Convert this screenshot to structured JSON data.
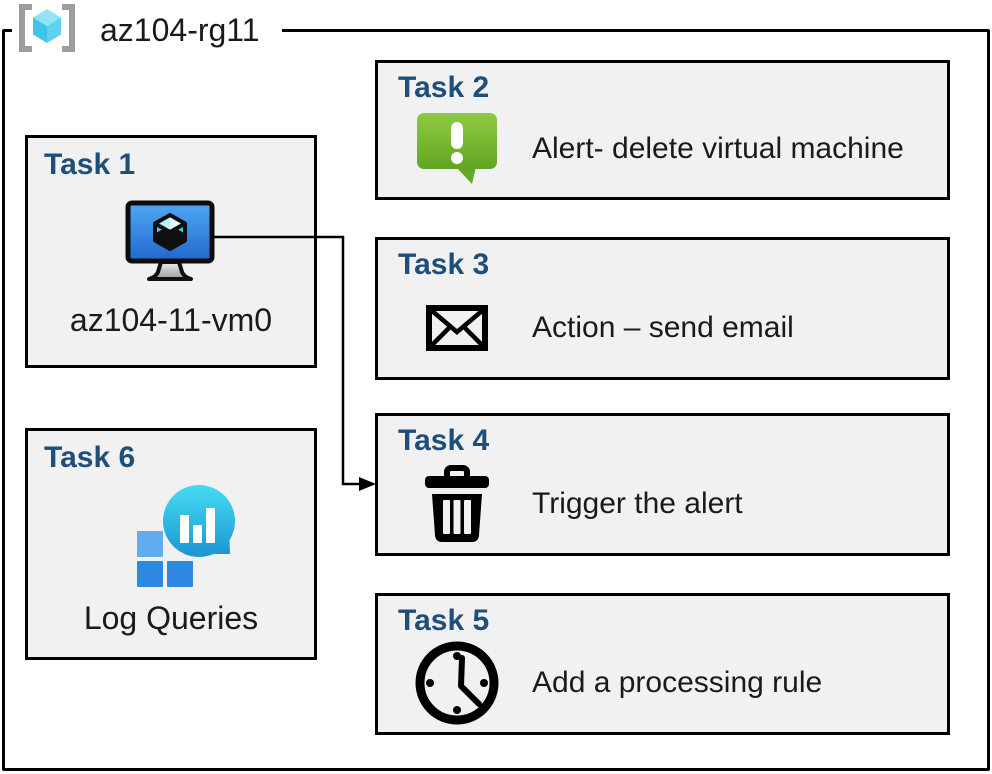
{
  "resource_group": {
    "name": "az104-rg11"
  },
  "tasks": {
    "t1": {
      "title": "Task 1",
      "label": "az104-11-vm0",
      "icon": "virtual-machine-icon"
    },
    "t2": {
      "title": "Task 2",
      "label": "Alert- delete virtual machine",
      "icon": "alert-icon"
    },
    "t3": {
      "title": "Task 3",
      "label": "Action – send email",
      "icon": "email-icon"
    },
    "t4": {
      "title": "Task 4",
      "label": "Trigger the alert",
      "icon": "trash-icon"
    },
    "t5": {
      "title": "Task 5",
      "label": "Add a processing rule",
      "icon": "clock-icon"
    },
    "t6": {
      "title": "Task 6",
      "label": "Log Queries",
      "icon": "log-analytics-icon"
    }
  },
  "connector": {
    "from": "Task 1 virtual machine",
    "to": "Task 4"
  },
  "colors": {
    "task_title": "#1F4E79",
    "card_fill": "#F1F1F1",
    "border": "#000000",
    "alert_green_top": "#8FCB43",
    "alert_green_bottom": "#5FA522",
    "vm_screen_top": "#4FA8F4",
    "vm_screen_bottom": "#2268CE",
    "log_bubble_top": "#45DCF4",
    "log_bubble_bottom": "#1C95D3",
    "log_square_light": "#61ACEB",
    "log_square_dark": "#2F88E1",
    "rg_bracket_gray": "#9D9D9D",
    "rg_cube_cyan": "#40C4E8"
  }
}
